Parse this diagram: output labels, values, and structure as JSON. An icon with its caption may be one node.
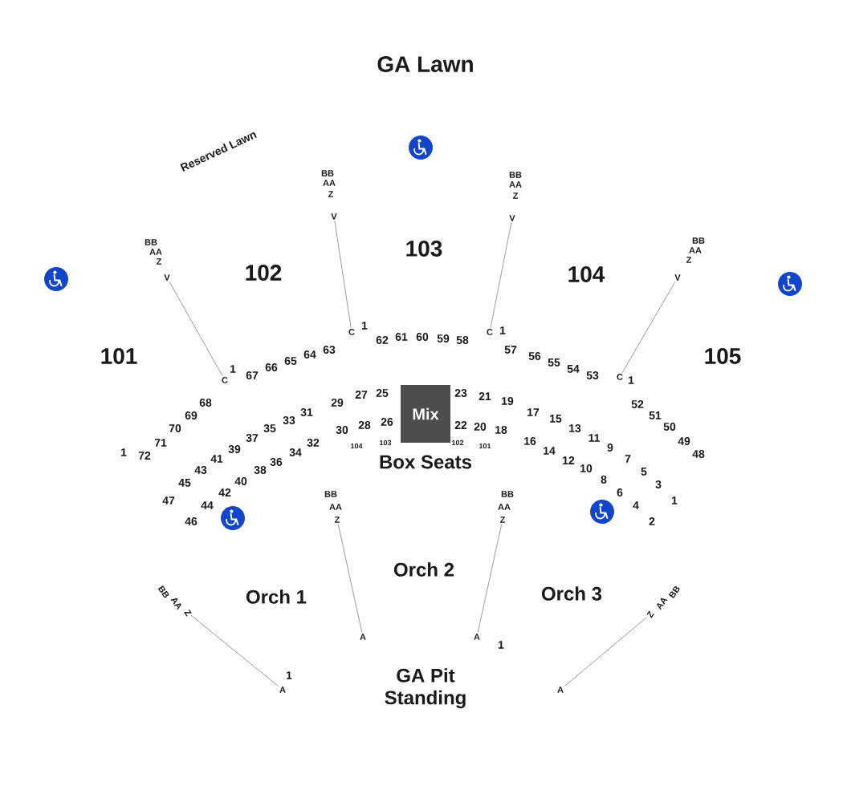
{
  "diagram": {
    "nodes": [
      {
        "text": [
          "Mix"
        ]
      },
      {
        "text": [
          "V"
        ]
      },
      {
        "text": [
          "C"
        ]
      },
      {
        "text": [
          "V"
        ]
      },
      {
        "text": [
          "C"
        ]
      },
      {
        "text": [
          "V"
        ]
      },
      {
        "text": [
          "C"
        ]
      },
      {
        "text": [
          "V"
        ]
      },
      {
        "text": [
          "C"
        ]
      },
      {
        "text": [
          "Z"
        ]
      },
      {
        "text": [
          "A"
        ]
      },
      {
        "text": [
          "Z"
        ]
      },
      {
        "text": [
          "A"
        ]
      },
      {
        "text": [
          "Z"
        ]
      },
      {
        "text": [
          "A"
        ]
      },
      {
        "text": [
          "Z"
        ]
      },
      {
        "text": [
          "A"
        ]
      }
    ],
    "edges": [
      {
        "from": 1,
        "to": 2,
        "arrow": "none"
      },
      {
        "from": 3,
        "to": 4,
        "arrow": "none"
      },
      {
        "from": 5,
        "to": 6,
        "arrow": "none"
      },
      {
        "from": 7,
        "to": 8,
        "arrow": "none"
      },
      {
        "from": 9,
        "to": 10,
        "arrow": "none"
      },
      {
        "from": 11,
        "to": 12,
        "arrow": "none"
      },
      {
        "from": 13,
        "to": 14,
        "arrow": "none"
      },
      {
        "from": 15,
        "to": 16,
        "arrow": "none"
      }
    ],
    "labels": [
      "GA Lawn",
      "Reserved Lawn",
      "BB",
      "AA",
      "Z",
      "BB",
      "AA",
      "Z",
      "BB",
      "AA",
      "Z",
      "BB",
      "AA",
      "Z",
      "103",
      "102",
      "104",
      "101",
      "105",
      "1",
      "1",
      "62",
      "61",
      "60",
      "59",
      "58",
      "63",
      "64",
      "65",
      "66",
      "67",
      "1",
      "57",
      "56",
      "55",
      "54",
      "53",
      "1",
      "68",
      "69",
      "70",
      "71",
      "72",
      "1",
      "29",
      "27",
      "25",
      "31",
      "33",
      "35",
      "37",
      "39",
      "41",
      "43",
      "45",
      "47",
      "30",
      "28",
      "26",
      "32",
      "34",
      "36",
      "38",
      "40",
      "42",
      "44",
      "46",
      "104",
      "103",
      "23",
      "21",
      "19",
      "17",
      "15",
      "13",
      "11",
      "9",
      "7",
      "5",
      "3",
      "1",
      "22",
      "20",
      "18",
      "16",
      "14",
      "12",
      "10",
      "8",
      "6",
      "4",
      "2",
      "102",
      "101",
      "52",
      "51",
      "50",
      "49",
      "48",
      "Box Seats",
      "BB",
      "AA",
      "BB",
      "AA",
      "Orch 2",
      "BB",
      "AA",
      "Orch 1",
      "Orch 3",
      "AA",
      "BB",
      "1",
      "1",
      "GA Pit",
      "Standing"
    ]
  }
}
